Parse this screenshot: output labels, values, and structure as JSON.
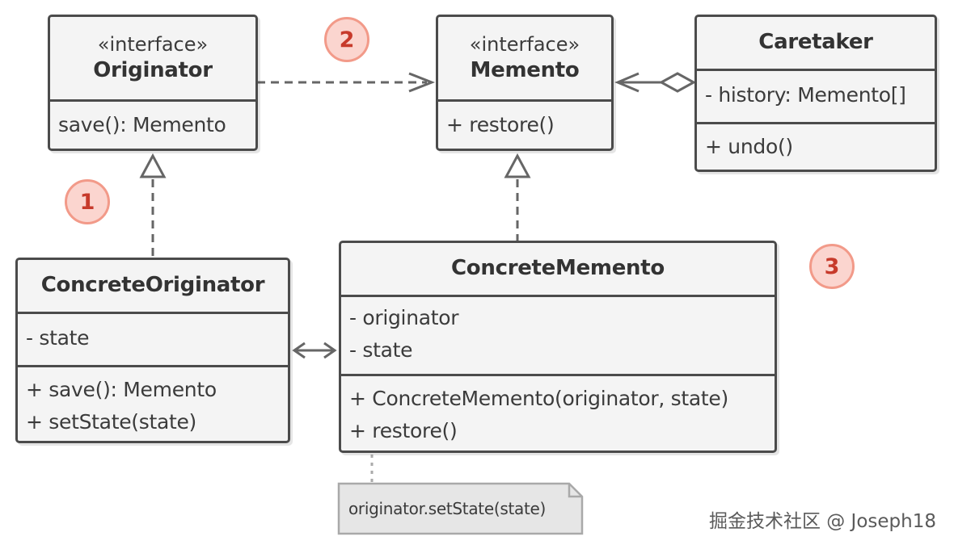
{
  "classes": {
    "originator": {
      "stereotype": "«interface»",
      "name": "Originator",
      "methods": [
        "save(): Memento"
      ]
    },
    "memento": {
      "stereotype": "«interface»",
      "name": "Memento",
      "methods": [
        "+ restore()"
      ]
    },
    "caretaker": {
      "name": "Caretaker",
      "fields": [
        "- history: Memento[]"
      ],
      "methods": [
        "+ undo()"
      ]
    },
    "concrete_originator": {
      "name": "ConcreteOriginator",
      "fields": [
        "- state"
      ],
      "methods": [
        "+ save(): Memento",
        "+ setState(state)"
      ]
    },
    "concrete_memento": {
      "name": "ConcreteMemento",
      "fields": [
        "- originator",
        "- state"
      ],
      "methods": [
        "+ ConcreteMemento(originator, state)",
        "+ restore()"
      ]
    }
  },
  "badges": [
    "1",
    "2",
    "3"
  ],
  "note": "originator.setState(state)",
  "watermark": "掘金技术社区 @ Joseph18",
  "colors": {
    "border": "#4b4b4b",
    "box_fill": "#f4f4f4",
    "line": "#666666",
    "badge_fill": "#fbd5cf",
    "badge_border": "#f29a89",
    "badge_text": "#c73a2b",
    "note_fill": "#e6e6e6"
  }
}
